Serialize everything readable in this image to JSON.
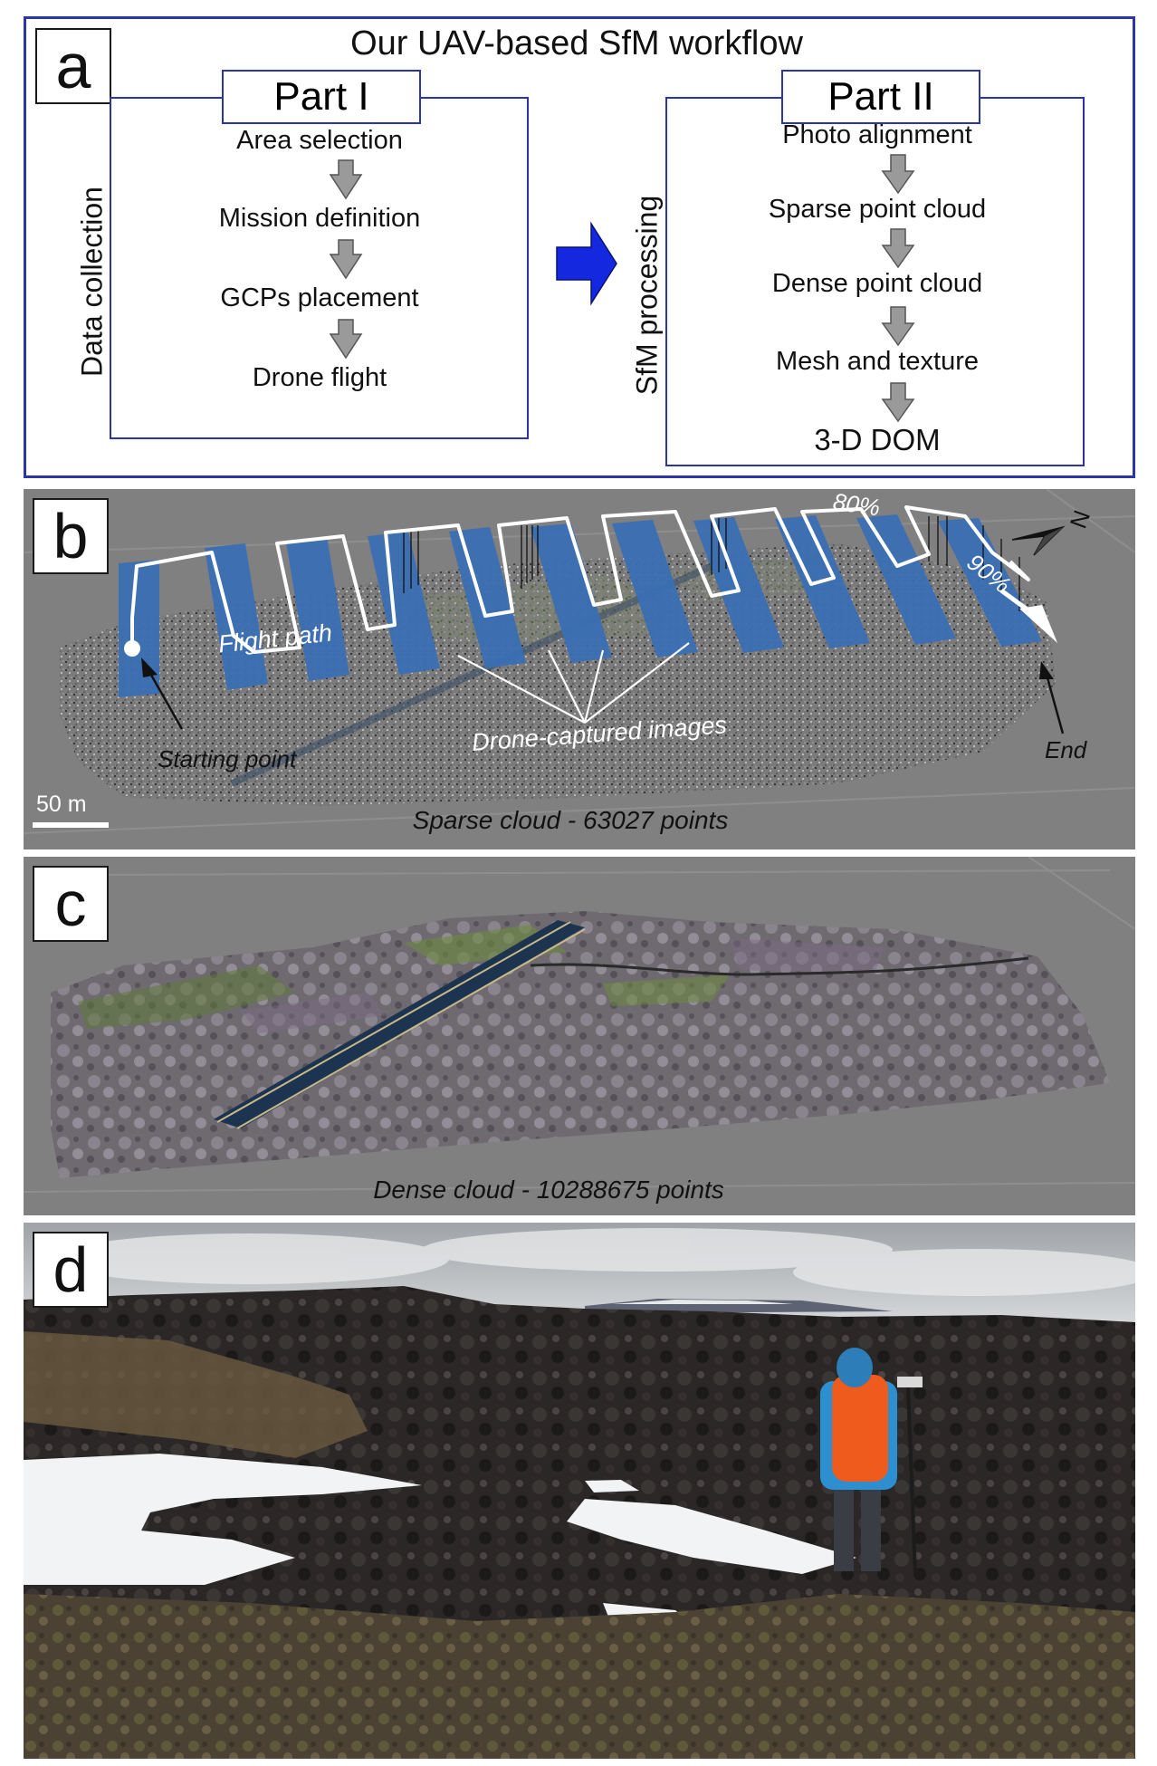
{
  "panel_a": {
    "letter": "a",
    "title": "Our UAV-based SfM workflow",
    "part1": {
      "label": "Part I",
      "side_label": "Data collection",
      "steps": [
        "Area selection",
        "Mission definition",
        "GCPs placement",
        "Drone flight"
      ]
    },
    "part2": {
      "label": "Part II",
      "side_label": "SfM processing",
      "steps": [
        "Photo alignment",
        "Sparse point cloud",
        "Dense point cloud",
        "Mesh and texture",
        "3-D DOM"
      ]
    },
    "colors": {
      "frame": "#2b35a8",
      "big_arrow": "#1428e0",
      "step_arrow": "#9a9a9a"
    }
  },
  "panel_b": {
    "letter": "b",
    "flight_path": "Flight path",
    "images_label": "Drone-captured images",
    "start_label": "Starting point",
    "end_label": "End",
    "overlap_side": "80%",
    "overlap_front": "90%",
    "north": "N",
    "scale_bar": "50 m",
    "caption": "Sparse cloud - 63027 points",
    "colors": {
      "background": "#808080",
      "image_strip": "#3a6fb4"
    }
  },
  "panel_c": {
    "letter": "c",
    "caption": "Dense cloud - 10288675 points"
  },
  "panel_d": {
    "letter": "d"
  }
}
